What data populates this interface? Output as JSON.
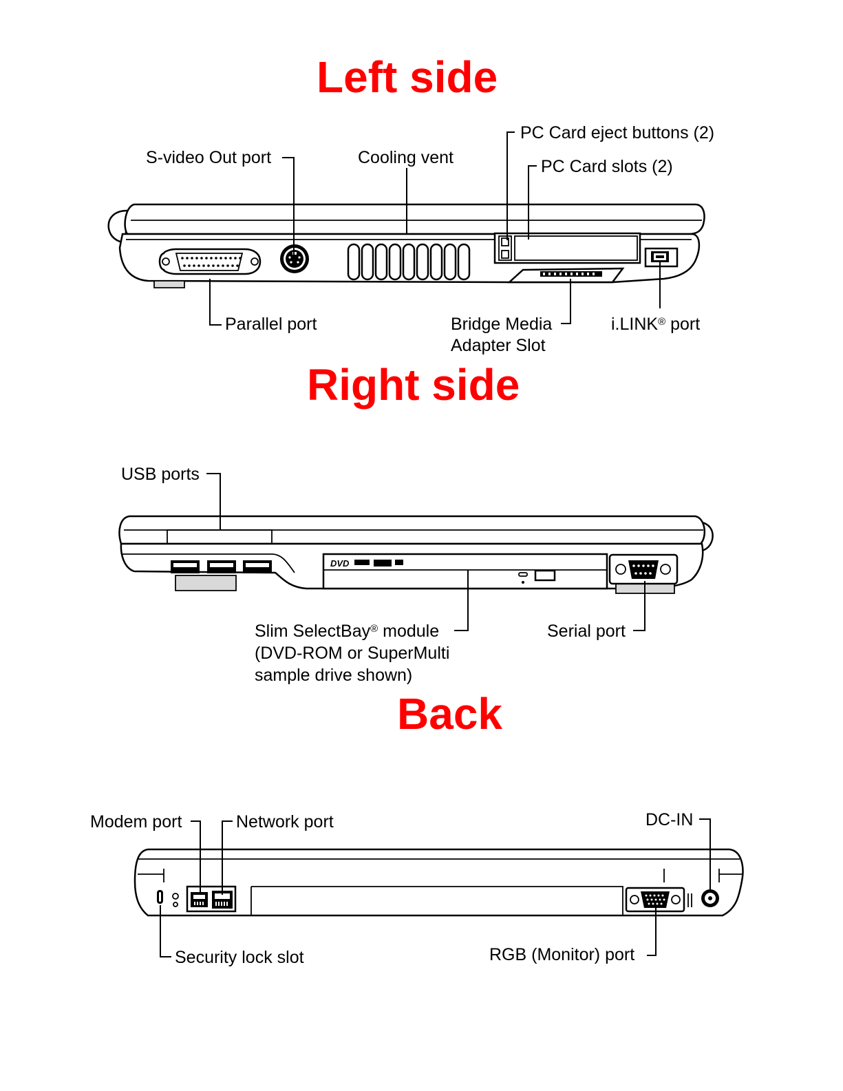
{
  "accent_color": "#ff0000",
  "sections": {
    "left": {
      "title": "Left side",
      "labels": {
        "svideo": "S-video Out port",
        "cooling": "Cooling vent",
        "pc_eject": "PC Card eject buttons (2)",
        "pc_slots": "PC Card slots (2)",
        "parallel": "Parallel port",
        "bridge_line1": "Bridge Media",
        "bridge_line2": "Adapter Slot",
        "ilink": "i.LINK",
        "ilink_mark": "®",
        "ilink_suffix": " port"
      }
    },
    "right": {
      "title": "Right side",
      "labels": {
        "usb": "USB ports",
        "slim_line1": "Slim SelectBay",
        "slim_mark": "®",
        "slim_suffix": " module",
        "slim_line2": "(DVD-ROM or SuperMulti",
        "slim_line3": "sample drive shown)",
        "serial": "Serial port"
      },
      "drive_logo": "DVD"
    },
    "back": {
      "title": "Back",
      "labels": {
        "modem": "Modem port",
        "network": "Network port",
        "dcin": "DC-IN",
        "security": "Security lock slot",
        "rgb": "RGB (Monitor) port"
      }
    }
  }
}
